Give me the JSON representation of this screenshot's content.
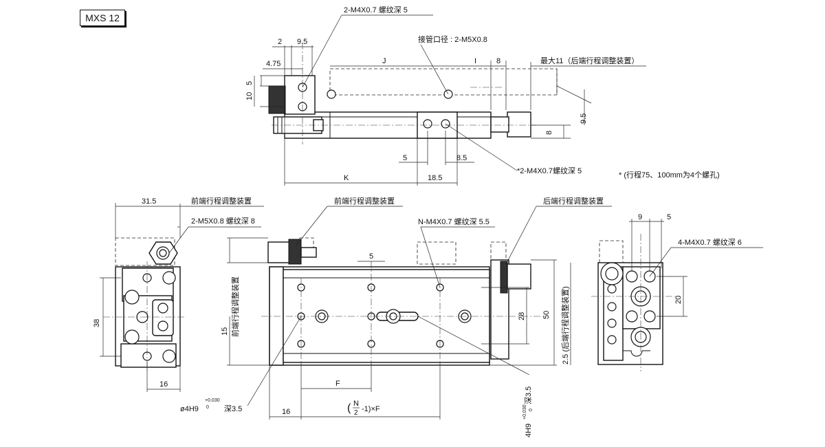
{
  "model_label": "MXS 12",
  "top_view": {
    "callout_thread_top": "2-M4X0.7 螺纹深 5",
    "callout_port": "接管口径 : 2-M5X0.8",
    "callout_max": "最大11（后端行程调整装置）",
    "callout_thread_bottom": "*2-M4X0.7螺纹深 5",
    "note": "* (行程75、100mm为4个螺孔)",
    "dims": {
      "d2": "2",
      "d9_5": "9.5",
      "d4_75": "4.75",
      "J": "J",
      "I": "I",
      "d8_top": "8",
      "d5_left": "5",
      "d10": "10",
      "d9_5_right": "9.5",
      "d8_right": "8",
      "d5_bottom": "5",
      "d8_5": "8.5",
      "K": "K",
      "d18_5": "18.5"
    }
  },
  "left_view": {
    "callout_front_adjust": "前端行程调整装置",
    "callout_port_thread": "2-M5X0.8 螺纹深 8",
    "dims": {
      "d31_5": "31.5",
      "d38": "38",
      "d16": "16"
    }
  },
  "front_view": {
    "callout_front_adjust": "前端行程调整装置",
    "callout_rear_adjust": "后端行程调整装置",
    "callout_n_thread": "N-M4X0.7 螺纹深 5.5",
    "vertical_front_adjust": "前端行程调整装置",
    "vertical_rear_adjust": "2.5 (后端行程调整装置)",
    "callout_pin_hole": "ø4H9",
    "pin_hole_tol_upper": "+0.030",
    "pin_hole_tol_lower": "0",
    "pin_hole_depth": "深3.5",
    "callout_slot": "4H9",
    "slot_tol_upper": "+0.030",
    "slot_tol_lower": "0",
    "slot_depth": "深3.5",
    "formula_N": "N",
    "formula_2": "2",
    "formula_rest": "-1)×F",
    "formula_open": "(",
    "dims": {
      "d5": "5",
      "d15": "15",
      "d28": "28",
      "d50": "50",
      "F": "F",
      "d16": "16"
    }
  },
  "right_view": {
    "callout_thread": "4-M4X0.7 螺纹深 6",
    "dims": {
      "d9": "9",
      "d5": "5",
      "d20": "20"
    }
  }
}
